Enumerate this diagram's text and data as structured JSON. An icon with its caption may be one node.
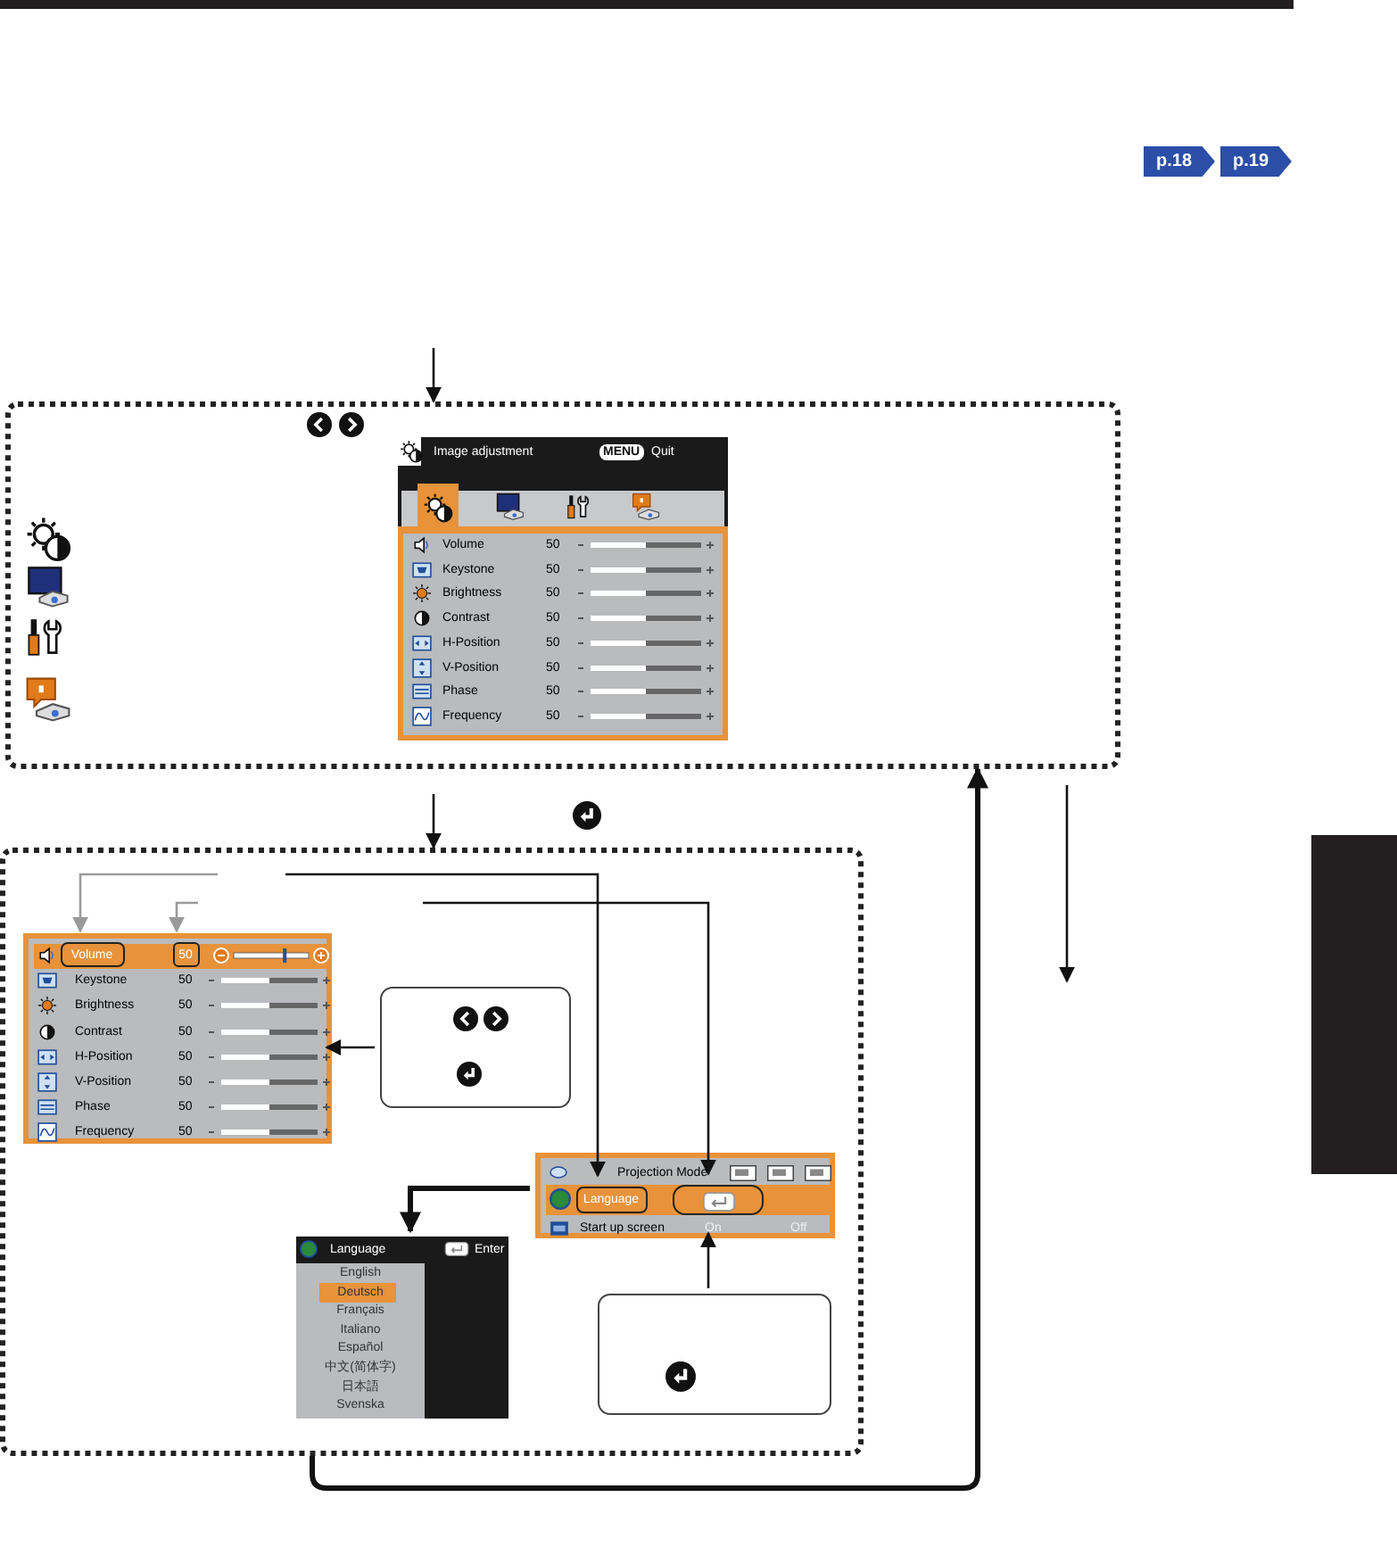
{
  "diagram": {
    "nodes": [
      {
        "text": [],
        "shape": "box"
      },
      {
        "text": [
          "Image adjustment",
          "MENU",
          "Quit",
          "Volume",
          "50",
          "Keystone",
          "50",
          "Brightness",
          "50",
          "Contrast",
          "50",
          "H-Position",
          "50",
          "V-Position",
          "50",
          "Phase",
          "50",
          "Frequency",
          "50"
        ],
        "in": 0
      },
      {
        "text": [],
        "shape": "box"
      },
      {
        "text": [
          "Keystone",
          "50",
          "Brightness",
          "50",
          "Contrast",
          "50",
          "H-Position",
          "50",
          "V-Position",
          "50",
          "Phase",
          "50",
          "Frequency",
          "50"
        ],
        "in": 2
      },
      {
        "text": [
          "Volume"
        ],
        "in": 3
      },
      {
        "text": [
          "50"
        ],
        "in": 3
      },
      {
        "text": [],
        "shape": "box",
        "in": 2
      },
      {
        "text": [
          "Projection Mode",
          "Start up screen",
          "On",
          "Off"
        ],
        "in": 2
      },
      {
        "text": [
          "Language"
        ],
        "in": 7
      },
      {
        "text": [],
        "shape": "box",
        "in": 7
      },
      {
        "text": [
          "Language",
          "Enter",
          "English",
          "Deutsch",
          "Français",
          "Italiano",
          "Español",
          "中文(简体字)",
          "日本語",
          "Svenska"
        ],
        "in": 2
      },
      {
        "text": [],
        "shape": "box",
        "in": 2
      },
      {
        "text": [],
        "shape": "bar"
      }
    ],
    "edges": [
      {
        "from": null,
        "to": 0,
        "arrow": "to"
      },
      {
        "from": null,
        "to": 2,
        "arrow": "to"
      },
      {
        "from": null,
        "to": 4,
        "arrow": "to",
        "color": "#9a9a9a"
      },
      {
        "from": null,
        "to": 5,
        "arrow": "to",
        "color": "#9a9a9a"
      },
      {
        "from": null,
        "to": 8,
        "arrow": "to"
      },
      {
        "from": null,
        "to": 9,
        "arrow": "to"
      },
      {
        "from": 6,
        "to": 3,
        "arrow": "to"
      },
      {
        "from": 7,
        "to": 10,
        "arrow": "to",
        "style": "thick"
      },
      {
        "from": 11,
        "to": 7,
        "arrow": "to"
      },
      {
        "from": 2,
        "to": 0,
        "arrow": "to",
        "style": "thick"
      }
    ],
    "labels": [
      "p.18",
      "p.19"
    ]
  }
}
